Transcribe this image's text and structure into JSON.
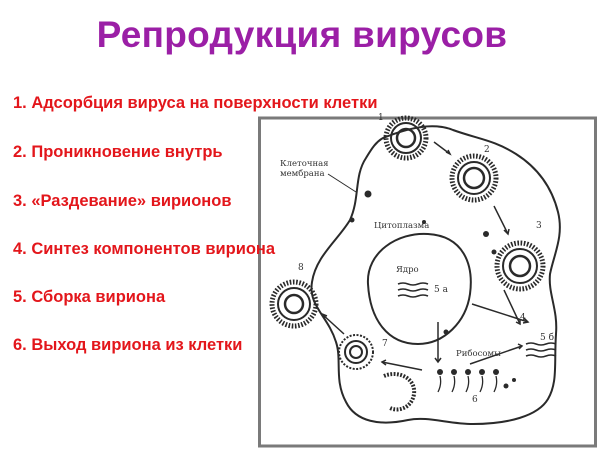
{
  "title": "Репродукция вирусов",
  "steps": [
    "1. Адсорбция вируса на поверхности клетки",
    "2. Проникновение внутрь",
    "3. «Раздевание» вирионов",
    "4. Синтез компонентов вириона",
    "5. Сборка вириона",
    "6. Выход вириона из клетки"
  ],
  "diagram": {
    "membrane_label_1": "Клеточная",
    "membrane_label_2": "мембрана",
    "cytoplasm_label": "Цитоплазма",
    "nucleus_label": "Ядро",
    "ribosomes_label": "Рибосомы",
    "stage_numbers": [
      "1",
      "2",
      "3",
      "4",
      "5 а",
      "5 б",
      "6",
      "7",
      "8"
    ]
  },
  "colors": {
    "title": "#9b1fa6",
    "steps": "#e3161b",
    "frame": "#7a7a7a",
    "ink": "#2a2a2a"
  }
}
